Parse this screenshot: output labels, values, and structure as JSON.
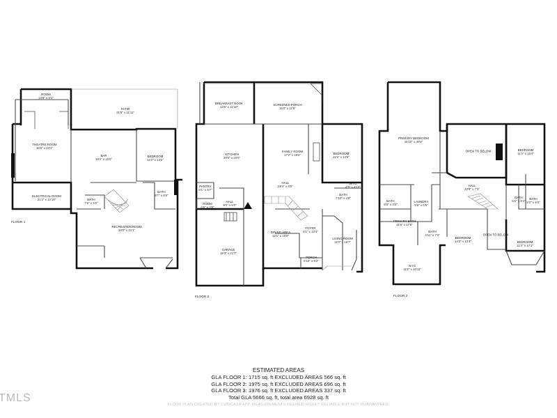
{
  "floors": {
    "floor1": {
      "label": "FLOOR 1",
      "rooms": {
        "room": {
          "name": "ROOM",
          "dims": "14'8\" x 5'1\""
        },
        "patio": {
          "name": "PATIO",
          "dims": "31'8\" x 11'11\""
        },
        "theatre": {
          "name": "THEATRE ROOM",
          "dims": "18'6\" x 24'1\""
        },
        "bar": {
          "name": "BAR",
          "dims": "18'4\" x 15'6\""
        },
        "bedroom": {
          "name": "BEDROOM",
          "dims": "11'0\" x 13'2\""
        },
        "electrical": {
          "name": "ELECTRICAL ROOM",
          "dims": "21'2\" x 10'10\""
        },
        "bath_a": {
          "name": "BATH",
          "dims": "7'6\" x 5'2\""
        },
        "bath_b": {
          "name": "BATH",
          "dims": "8'7\" x 8'6\""
        },
        "recreation": {
          "name": "RECREATION ROOM",
          "dims": "28'0\" x 31'1\""
        }
      }
    },
    "floor2": {
      "label": "FLOOR 2",
      "rooms": {
        "breakfast": {
          "name": "BREAKFAST NOOK",
          "dims": "14'6\" x 11'10\""
        },
        "screened": {
          "name": "SCREENED PORCH",
          "dims": "16'0\" x 11'8\""
        },
        "kitchen": {
          "name": "KITCHEN",
          "dims": "20'0\" x 19'0\""
        },
        "family": {
          "name": "FAMILY ROOM",
          "dims": "17'2\" x 18'0\""
        },
        "bedroom": {
          "name": "BEDROOM",
          "dims": "11'5\" x 14'8\""
        },
        "pantry": {
          "name": "PANTRY",
          "dims": "5'1\" x 6'7\""
        },
        "hall_a": {
          "name": "HALL",
          "dims": "9'0\" x 6'0\""
        },
        "hall_b": {
          "name": "HALL",
          "dims": "28'4\" x 8'5\""
        },
        "wic": {
          "name": "W.I.C",
          "dims": "4'9\" x 4'10\""
        },
        "bath": {
          "name": "BATH",
          "dims": "7'10\" x 4'8\""
        },
        "room": {
          "name": "ROOM",
          "dims": "6'6\" x 3'8\""
        },
        "garage": {
          "name": "GARAGE",
          "dims": "19'3\" x 21'7\""
        },
        "dining": {
          "name": "DINING AREA",
          "dims": "12'1\" x 16'8\""
        },
        "foyer": {
          "name": "FOYER",
          "dims": "8'1\" x 13'4\""
        },
        "living": {
          "name": "LIVING ROOM",
          "dims": "11'0\" x 18'7\""
        },
        "porch": {
          "name": "PORCH",
          "dims": "5'10\" x 5'2\""
        }
      }
    },
    "floor3": {
      "label": "FLOOR 3",
      "rooms": {
        "primary_bed": {
          "name": "PRIMARY BEDROOM",
          "dims": "15'10\" x 30'8\""
        },
        "open_below_a": {
          "name": "OPEN TO BELOW",
          "dims": ""
        },
        "bedroom_a": {
          "name": "BEDROOM",
          "dims": "11'2\" x 16'4\""
        },
        "hall": {
          "name": "HALL",
          "dims": "22'4\" x 7'3\""
        },
        "bath_a": {
          "name": "BATH",
          "dims": "8'0\" x 3'6\""
        },
        "laundry": {
          "name": "LAUNDRY",
          "dims": "5'6\" x 6'5\""
        },
        "bath_b": {
          "name": "BATH",
          "dims": "5'2\" x 9'4\""
        },
        "bath_c": {
          "name": "BATH",
          "dims": "5'2\" x 6'0\""
        },
        "primary_bath": {
          "name": "PRIMARY BATH",
          "dims": "11'8\" x 17'8\""
        },
        "bath_d": {
          "name": "BATH",
          "dims": "4'11\" x 7'0\""
        },
        "bedroom_b": {
          "name": "BEDROOM",
          "dims": "14'3\" x 13'4\""
        },
        "open_below_b": {
          "name": "OPEN TO BELOW",
          "dims": ""
        },
        "bedroom_c": {
          "name": "BEDROOM",
          "dims": "11'3\" x 17'1\""
        },
        "wic": {
          "name": "W.I.C",
          "dims": "11'2\" x 10'11\""
        }
      }
    }
  },
  "estimated_areas": {
    "title": "ESTIMATED AREAS",
    "lines": [
      "GLA FLOOR 1: 1715 sq. ft EXCLUDED AREAS 566 sq. ft",
      "GLA FLOOR 2: 1975 sq. ft EXCLUDED AREAS 696 sq. ft",
      "GLA FLOOR 3: 1976 sq. ft EXCLUDED AREAS 337 sq. ft",
      "Total GLA 5666 sq. ft, total area 6928 sq. ft"
    ]
  },
  "disclaimer": "FLOOR PLAN CREATED BY CUBICASA APP. MEASUREMENTS DEEMED HIGHLY RELIABLE BUT NOT GUARANTEED.",
  "watermark": "TMLS",
  "colors": {
    "wall": "#111111",
    "interior_wall": "#4a4a4a",
    "thin_line": "#8a8a8a",
    "background": "#ffffff"
  }
}
